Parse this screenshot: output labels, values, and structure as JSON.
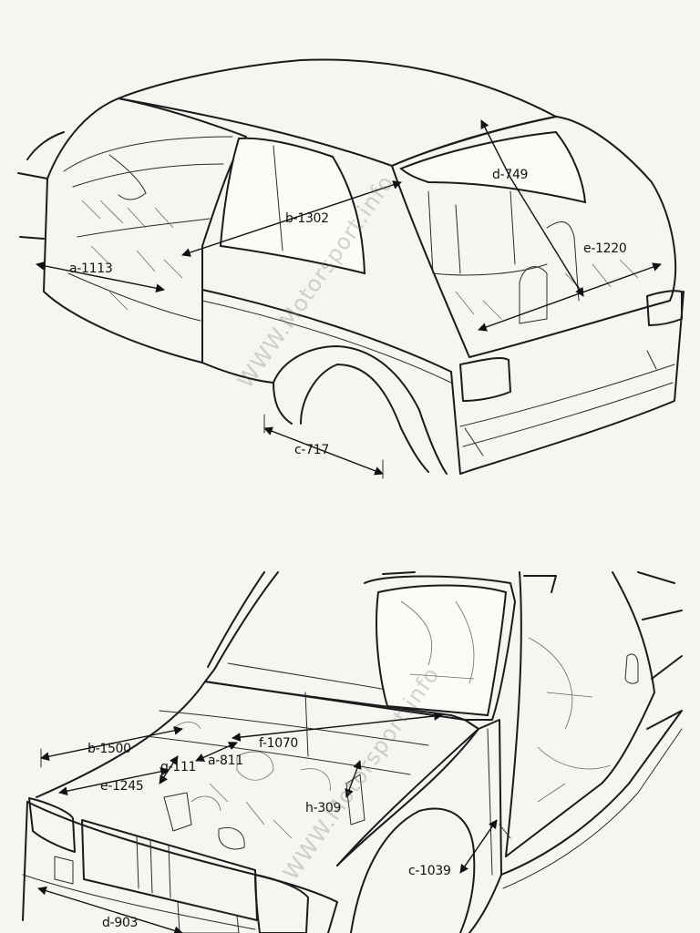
{
  "top_diagram": {
    "labels": {
      "a": "a-1113",
      "b": "b-1302",
      "c": "c-717",
      "d": "d-749",
      "e": "e-1220"
    },
    "watermark": "WWW.Motorsport.info"
  },
  "bottom_diagram": {
    "labels": {
      "a": "a-811",
      "b": "b-1500",
      "c": "c-1039",
      "d": "d-903",
      "e": "e-1245",
      "f": "f-1070",
      "g": "g-111",
      "h": "h-309"
    },
    "watermark": "WWW.Motorsport.info"
  }
}
